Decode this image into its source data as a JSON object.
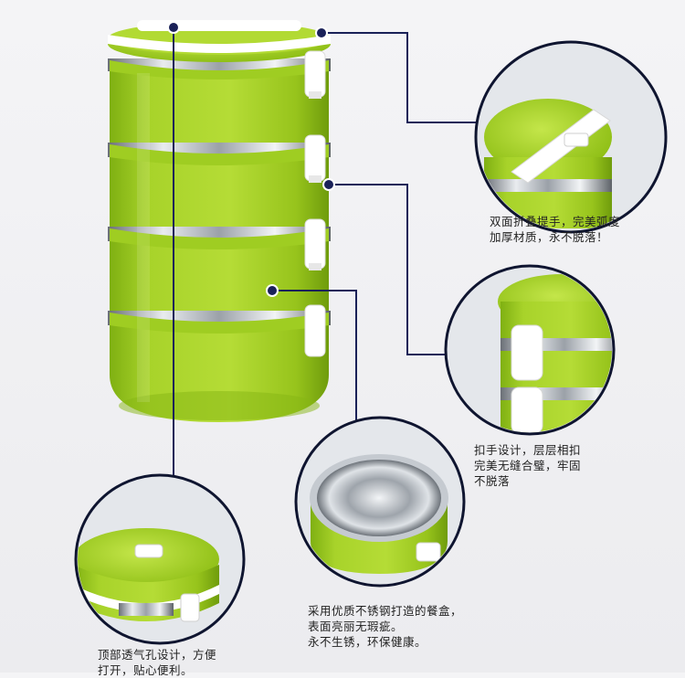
{
  "colors": {
    "accent_line": "#1a2158",
    "container_green": "#9ccc1e",
    "steel": "#c9ced4",
    "clip_white": "#ffffff"
  },
  "callouts": [
    {
      "id": "handle",
      "lines": [
        "双面折叠提手，完美弧度",
        "加厚材质，永不脱落！"
      ]
    },
    {
      "id": "clip",
      "lines": [
        "扣手设计，层层相扣",
        "完美无缝合璧，牢固",
        "不脱落"
      ]
    },
    {
      "id": "steel",
      "lines": [
        "采用优质不锈钢打造的餐盒，",
        "表面亮丽无瑕疵。",
        "永不生锈，环保健康。"
      ]
    },
    {
      "id": "vent",
      "lines": [
        "顶部透气孔设计，方便",
        "打开，贴心便利。"
      ]
    }
  ]
}
